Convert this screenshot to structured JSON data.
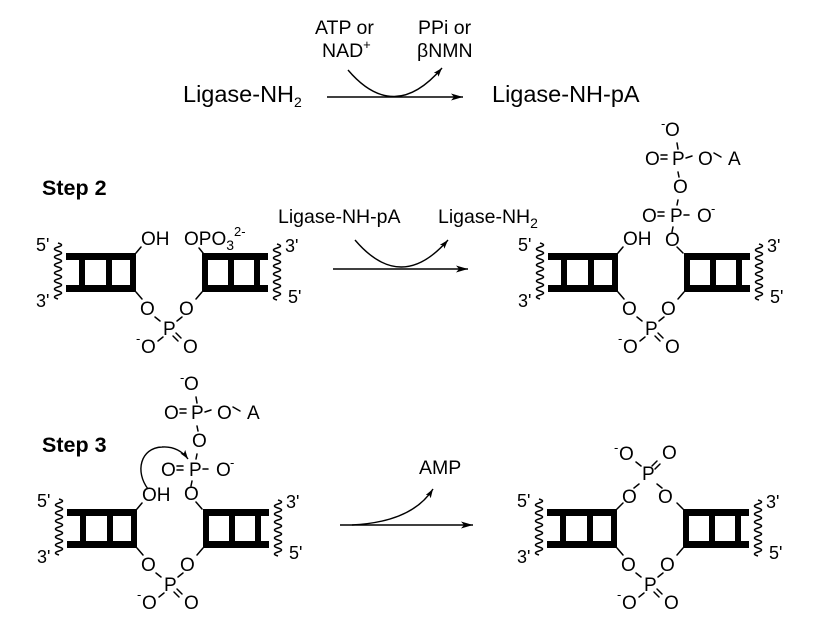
{
  "diagram": {
    "step1": {
      "reactant": "Ligase-NH",
      "reactant_subscript": "2",
      "cofactor_line1": "ATP or",
      "cofactor_line2": "NAD",
      "cofactor_superscript": "+",
      "byproduct_line1": "PPi or",
      "byproduct_line2": "βNMN",
      "product": "Ligase-NH-pA"
    },
    "step2": {
      "label": "Step 2",
      "reagent": "Ligase-NH-pA",
      "released": "Ligase-NH",
      "released_subscript": "2",
      "phosphate": "OPO",
      "phosphate_subscript": "3",
      "phosphate_charge": "2-"
    },
    "step3": {
      "label": "Step 3",
      "released": "AMP"
    }
  },
  "strand_ends": {
    "five_prime": "5'",
    "three_prime": "3'"
  },
  "atoms": {
    "oxygen": "O",
    "phosphorus": "P",
    "adenosine": "A",
    "hydroxyl": "OH",
    "negative_charge": "-"
  }
}
